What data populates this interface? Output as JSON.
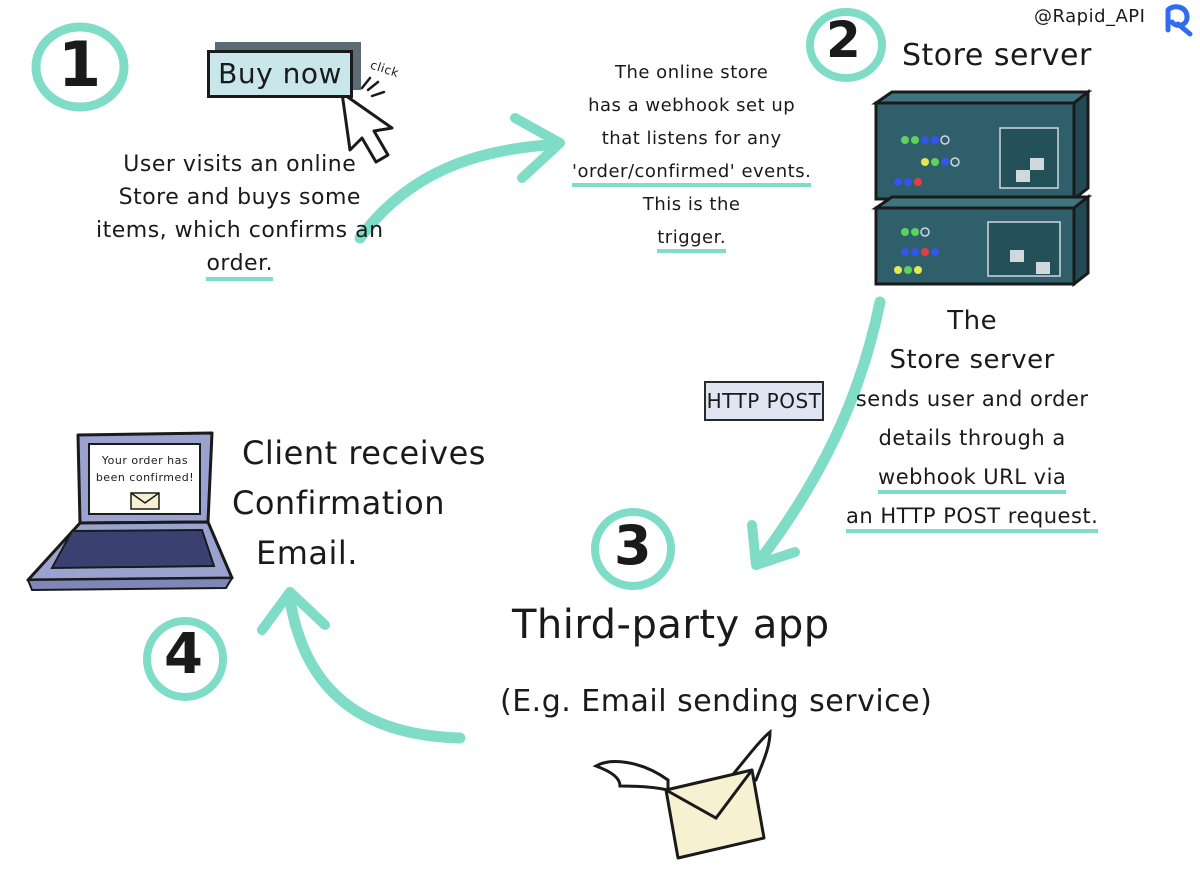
{
  "watermark": {
    "handle": "@Rapid_API",
    "logo_icon": "rapidapi-logo-icon"
  },
  "step1": {
    "number": "1",
    "button_label": "Buy now",
    "click_label": "click",
    "lines": [
      "User visits an online",
      "Store and buys some",
      "items, which confirms an",
      "order."
    ]
  },
  "step2": {
    "number": "2",
    "title": "Store server",
    "trigger_lines": [
      "The online store",
      "has a webhook set up",
      "that listens for any",
      "'order/confirmed' events.",
      "This is the",
      "trigger."
    ],
    "send_lines": [
      "The",
      "Store server",
      "sends user and order",
      "details through a",
      "webhook URL via",
      "an HTTP POST request."
    ]
  },
  "http_tag": "HTTP POST",
  "step3": {
    "number": "3",
    "title": "Third-party app",
    "subtitle": "(E.g. Email sending service)"
  },
  "step4": {
    "number": "4",
    "lines": [
      "Client receives",
      "Confirmation",
      "Email."
    ],
    "laptop_screen_text": [
      "Your order has",
      "been confirmed!"
    ]
  },
  "colors": {
    "accent": "#7fdcc6",
    "server_body": "#2e5f6b",
    "laptop_body": "#9aa3cf",
    "button": "#c9e6ea",
    "tag": "#dfe5f3",
    "envelope": "#f7f1d2"
  }
}
